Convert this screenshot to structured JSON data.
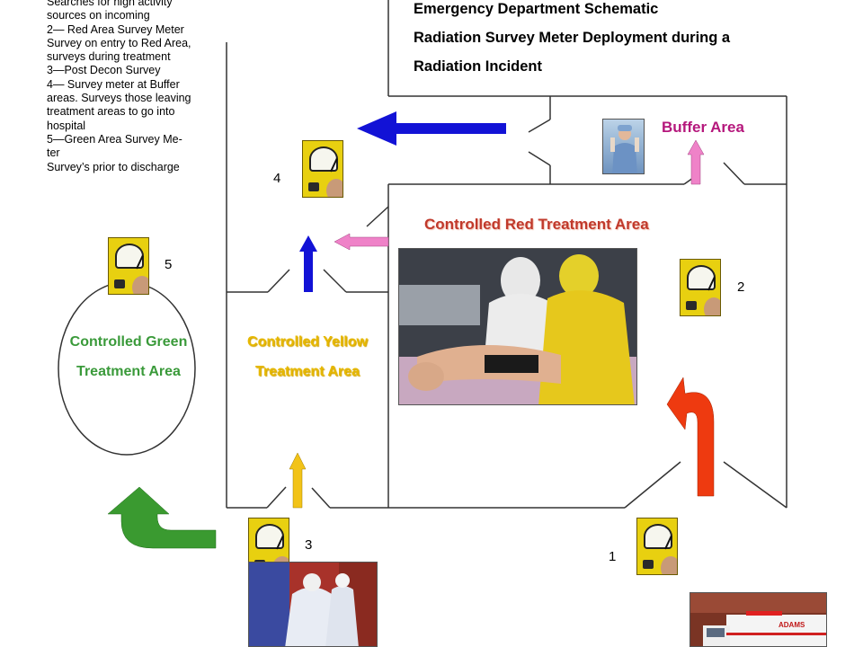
{
  "legend": {
    "lines": [
      "Searches for  high activity",
      "sources on incoming",
      "2— Red Area Survey Meter",
      "Survey on entry to Red Area,",
      "surveys during treatment",
      "3—Post Decon Survey",
      "4— Survey meter at Buffer",
      "areas. Surveys those leaving",
      "treatment areas to go into",
      "hospital",
      "5—Green Area Survey Me-",
      "ter",
      "Survey’s prior to discharge"
    ]
  },
  "titles": [
    "Emergency Department Schematic",
    "Radiation Survey Meter Deployment during a",
    "Radiation Incident"
  ],
  "areas": {
    "buffer": "Buffer Area",
    "red": "Controlled Red Treatment Area",
    "green_line1": "Controlled Green",
    "green_line2": "Treatment Area",
    "yellow_line1": "Controlled Yellow",
    "yellow_line2": "Treatment Area"
  },
  "meter_numbers": {
    "m1": "1",
    "m2": "2",
    "m3": "3",
    "m4": "4",
    "m5": "5"
  },
  "ambulance": {
    "text": "ADAMS"
  },
  "colors": {
    "red_label": "#c0392b",
    "buffer_label": "#b5177c",
    "green_label": "#3a9a3a",
    "yellow_label": "#e6b800",
    "blue_arrow": "#1212d6",
    "pink_arrow": "#ef82c8",
    "yellow_arrow": "#f2c318",
    "red_arrow": "#ee3a10",
    "green_arrow": "#3a9a30"
  }
}
